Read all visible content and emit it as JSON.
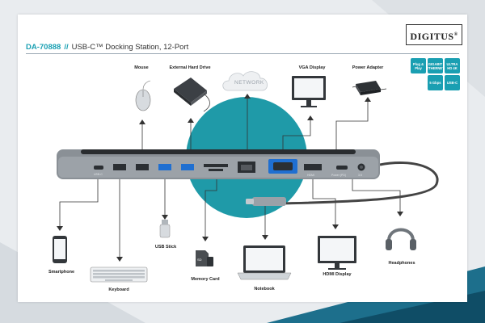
{
  "brand": {
    "name": "DIGITUS",
    "mark": "®"
  },
  "header": {
    "code": "DA-70888",
    "separator": "//",
    "title": "USB-C™ Docking Station, 12-Port"
  },
  "badges": [
    {
      "text": "Plug & Play",
      "color": "#1a9fb2"
    },
    {
      "text": "GIGABIT ETHERNET",
      "color": "#1a9fb2"
    },
    {
      "text": "ULTRA HD 4K",
      "color": "#1a9fb2"
    },
    {
      "text": "5 Gbps",
      "color": "#1a9fb2"
    },
    {
      "text": "USB-C",
      "color": "#1a9fb2"
    }
  ],
  "labels": {
    "mouse": "Mouse",
    "external_hdd": "External Hard Drive",
    "network": "NETWORK",
    "vga_display": "VGA Display",
    "power_adapter": "Power Adapter",
    "smartphone": "Smartphone",
    "keyboard": "Keyboard",
    "usb_stick": "USB Stick",
    "memory_card": "Memory Card",
    "notebook": "Notebook",
    "hdmi_display": "HDMI Display",
    "headphones": "Headphones"
  },
  "ports": {
    "usb_c": "USB-C",
    "hdmi": "HDMI",
    "pd": "Power (PD)",
    "audio": "3.5"
  },
  "colors": {
    "accent": "#1aa0b3",
    "circle": "#1f9aa8",
    "dock": "#8a9096",
    "port_blue": "#1f6fd1",
    "port_dark": "#2b2f33"
  }
}
